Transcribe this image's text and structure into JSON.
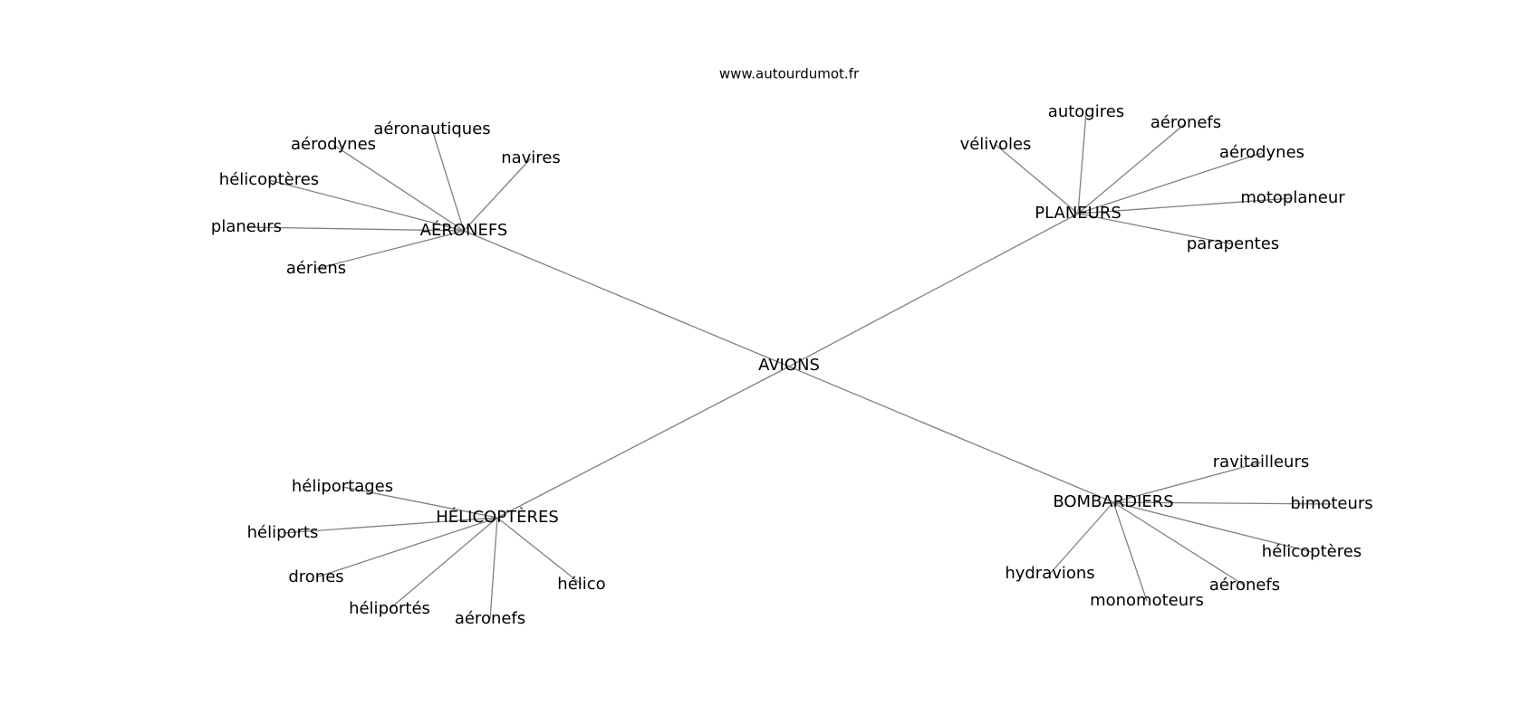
{
  "source_text": "www.autourdumot.fr",
  "graph": {
    "center": "AVIONS",
    "hubs": [
      {
        "id": "aeronefs",
        "label": "AÉRONEFS",
        "leaves": [
          "aéronautiques",
          "navires",
          "aérodynes",
          "hélicoptères",
          "planeurs",
          "aériens"
        ]
      },
      {
        "id": "planeurs",
        "label": "PLANEURS",
        "leaves": [
          "autogires",
          "aéronefs",
          "vélivoles",
          "aérodynes",
          "motoplaneur",
          "parapentes"
        ]
      },
      {
        "id": "helicopteres",
        "label": "HÉLICOPTÈRES",
        "leaves": [
          "héliportages",
          "héliports",
          "drones",
          "héliportés",
          "aéronefs",
          "hélico"
        ]
      },
      {
        "id": "bombardiers",
        "label": "BOMBARDIERS",
        "leaves": [
          "ravitailleurs",
          "bimoteurs",
          "hélicoptères",
          "aéronefs",
          "monomoteurs",
          "hydravions"
        ]
      }
    ]
  }
}
